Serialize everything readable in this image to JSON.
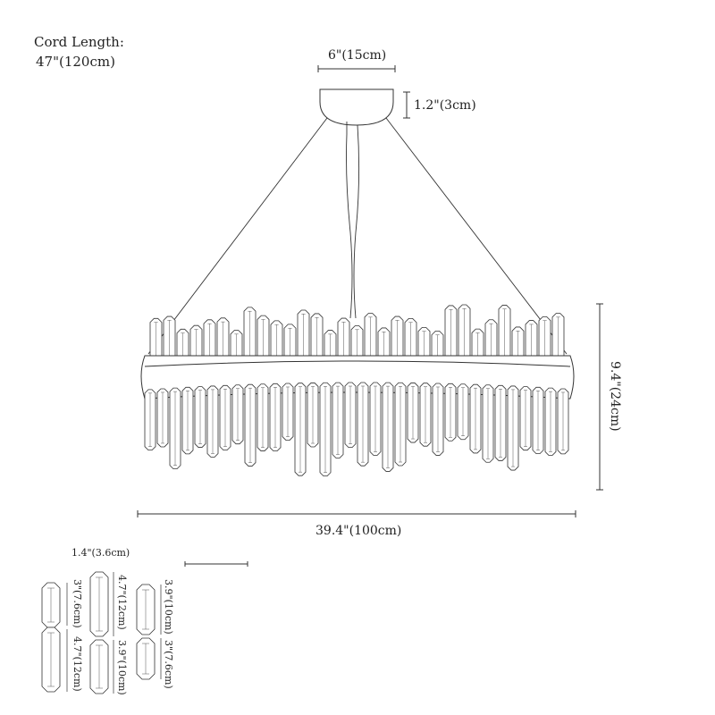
{
  "cord": {
    "title": "Cord Length:",
    "value": "47\"(120cm)"
  },
  "dimensions": {
    "canopy_width": "6\"(15cm)",
    "canopy_height": "1.2\"(3cm)",
    "fixture_height": "9.4\"(24cm)",
    "fixture_width": "39.4\"(100cm)"
  },
  "crystals": {
    "width": "1.4\"(3.6cm)",
    "set_a_top": "3\"(7.6cm)",
    "set_a_bottom": "4.7\"(12cm)",
    "set_b_top": "4.7\"(12cm)",
    "set_b_bottom": "3.9\"(10cm)",
    "set_c_top": "3.9\"(10cm)",
    "set_c_bottom": "3\"(7.6cm)"
  },
  "colors": {
    "line": "#333333",
    "fill": "#ffffff"
  }
}
